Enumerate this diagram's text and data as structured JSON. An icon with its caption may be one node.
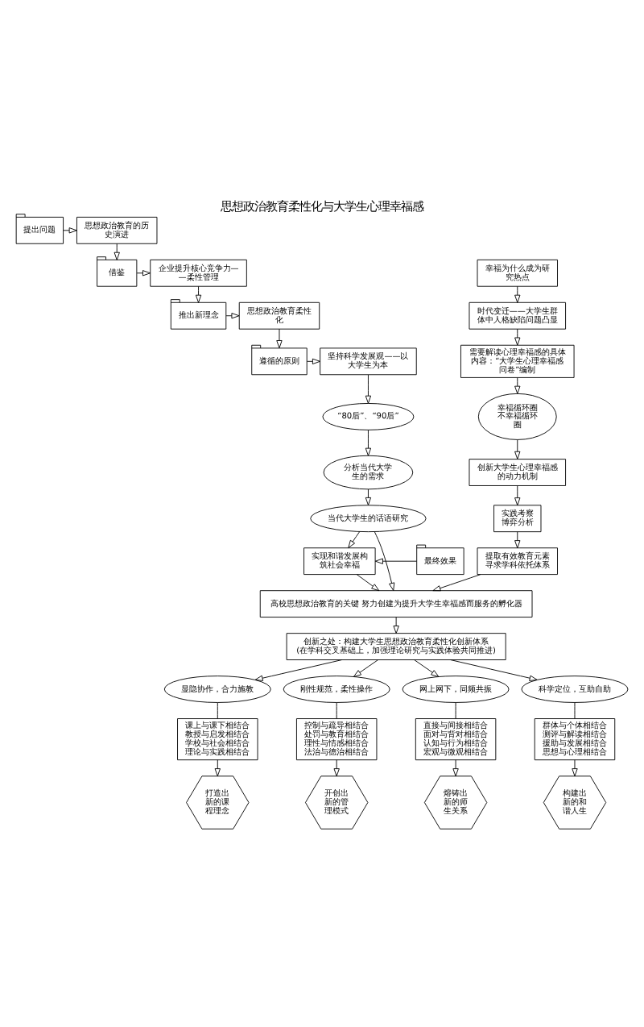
{
  "diagram": {
    "title": "思想政治教育柔性化与大学生心理幸福感",
    "nodes": [
      {
        "text": [
          "提出问题"
        ]
      },
      {
        "text": [
          "思想政治教育的历史演进"
        ]
      },
      {
        "text": [
          "借鉴"
        ]
      },
      {
        "text": [
          "企业提升核心竞争力——柔性管理"
        ]
      },
      {
        "text": [
          "推出新理念"
        ]
      },
      {
        "text": [
          "思想政治教育柔性化"
        ]
      },
      {
        "text": [
          "遵循的原则"
        ]
      },
      {
        "text": [
          "坚持科学发展观——以大学生为本"
        ]
      },
      {
        "text": [
          "“80后”、“90后”"
        ]
      },
      {
        "text": [
          "分析当代大学生的需求"
        ]
      },
      {
        "text": [
          "当代大学生的话语研究"
        ]
      },
      {
        "text": [
          "实现和谐发展构筑社会幸福"
        ]
      },
      {
        "text": [
          "最终效果"
        ]
      },
      {
        "text": [
          "幸福为什么成为研究热点"
        ]
      },
      {
        "text": [
          "时代变迁——大学生群体中人格缺陷问题凸显"
        ]
      },
      {
        "text": [
          "需要解读心理幸福感的具体内容：“大学生心理幸福感问卷”编制"
        ]
      },
      {
        "text": [
          "幸福循环圈不幸福循环圈"
        ]
      },
      {
        "text": [
          "创新大学生心理幸福感的动力机制"
        ]
      },
      {
        "text": [
          "实践考察博弈分析"
        ]
      },
      {
        "text": [
          "提取有效教育元素寻求学科依托体系"
        ]
      },
      {
        "text": [
          "高校思想政治教育的关键 努力创建为提升大学生幸福感而服务的孵化器"
        ]
      },
      {
        "text": [
          "创新之处：构建大学生思想政治教育柔性化创新体系",
          "(在学科交叉基础上，加强理论研究与实践体验共同推进)"
        ]
      },
      {
        "text": [
          "显隐协作，合力施教"
        ]
      },
      {
        "text": [
          "刚性规范，柔性操作"
        ]
      },
      {
        "text": [
          "网上网下，同频共振"
        ]
      },
      {
        "text": [
          "科学定位，互助自助"
        ]
      },
      {
        "text": [
          "课上与课下相结合教授与启发相结合学校与社会相结合理论与实践相结合"
        ]
      },
      {
        "text": [
          "控制与疏导相结合处罚与教育相结合理性与情感相结合法治与德治相结合"
        ]
      },
      {
        "text": [
          "直接与间接相结合面对与背对相结合认知与行为相结合宏观与微观相结合"
        ]
      },
      {
        "text": [
          "群体与个体相结合测评与解读相结合援助与发展相结合思想与心理相结合"
        ]
      },
      {
        "text": [
          "打造出新的课程理念"
        ]
      },
      {
        "text": [
          "开创出新的管理模式"
        ]
      },
      {
        "text": [
          "熔铸出新的师生关系"
        ]
      },
      {
        "text": [
          "构建出新的和谐人生"
        ]
      }
    ],
    "edges": [
      {
        "from": 0,
        "to": 1,
        "arrow": "to"
      },
      {
        "from": 1,
        "to": 2,
        "arrow": "to"
      },
      {
        "from": 2,
        "to": 3,
        "arrow": "to"
      },
      {
        "from": 3,
        "to": 4,
        "arrow": "to"
      },
      {
        "from": 4,
        "to": 5,
        "arrow": "to"
      },
      {
        "from": 5,
        "to": 6,
        "arrow": "to"
      },
      {
        "from": 6,
        "to": 7,
        "arrow": "to"
      },
      {
        "from": 7,
        "to": 8,
        "arrow": "to"
      },
      {
        "from": 8,
        "to": 9,
        "arrow": "to"
      },
      {
        "from": 9,
        "to": 10,
        "arrow": "to"
      },
      {
        "from": 10,
        "to": 11,
        "arrow": "to"
      },
      {
        "from": 12,
        "to": 11,
        "arrow": "to"
      },
      {
        "from": 13,
        "to": 14,
        "arrow": "to"
      },
      {
        "from": 14,
        "to": 15,
        "arrow": "to"
      },
      {
        "from": 15,
        "to": 16,
        "arrow": "to"
      },
      {
        "from": 16,
        "to": 17,
        "arrow": "to"
      },
      {
        "from": 17,
        "to": 18,
        "arrow": "to"
      },
      {
        "from": 18,
        "to": 19,
        "arrow": "to"
      },
      {
        "from": 11,
        "to": 20,
        "arrow": "to"
      },
      {
        "from": 10,
        "to": 20,
        "arrow": "to"
      },
      {
        "from": 19,
        "to": 20,
        "arrow": "to"
      },
      {
        "from": 20,
        "to": 21,
        "arrow": "to"
      },
      {
        "from": 21,
        "to": 22,
        "arrow": "to"
      },
      {
        "from": 21,
        "to": 23,
        "arrow": "to"
      },
      {
        "from": 21,
        "to": 24,
        "arrow": "to"
      },
      {
        "from": 21,
        "to": 25,
        "arrow": "to"
      },
      {
        "from": 22,
        "to": 26,
        "arrow": "none"
      },
      {
        "from": 23,
        "to": 27,
        "arrow": "none"
      },
      {
        "from": 24,
        "to": 28,
        "arrow": "none"
      },
      {
        "from": 25,
        "to": 29,
        "arrow": "none"
      },
      {
        "from": 26,
        "to": 30,
        "arrow": "to"
      },
      {
        "from": 27,
        "to": 31,
        "arrow": "to"
      },
      {
        "from": 28,
        "to": 32,
        "arrow": "to"
      },
      {
        "from": 29,
        "to": 33,
        "arrow": "to"
      }
    ]
  }
}
